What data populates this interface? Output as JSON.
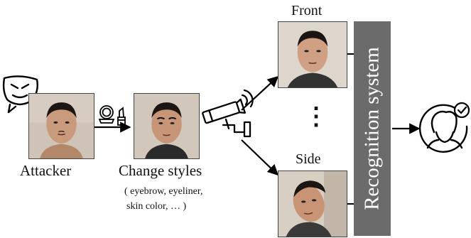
{
  "labels": {
    "attacker": "Attacker",
    "change_styles": "Change styles",
    "styles_detail_line1": "( eyebrow, eyeliner,",
    "styles_detail_line2": "skin color, … )",
    "front": "Front",
    "side": "Side",
    "ellipsis": "⋮",
    "recognition_system": "Recognition system"
  },
  "icons": [
    "attacker-mask-icon",
    "makeup-icon",
    "cctv-camera-icon",
    "verified-user-icon"
  ],
  "colors": {
    "recognition_box": "#6b6b6b",
    "skin": "#c99a7c",
    "hair": "#1c1612"
  }
}
